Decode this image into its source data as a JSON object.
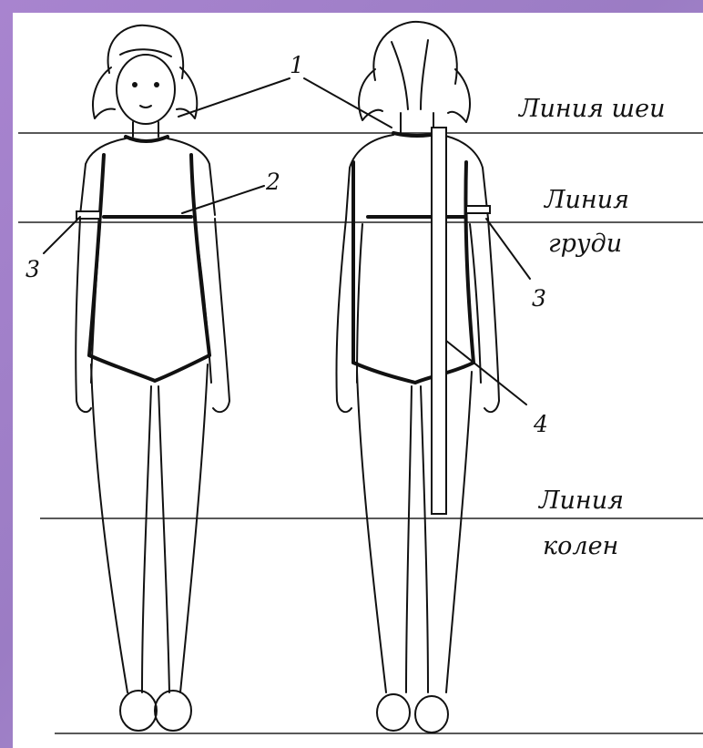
{
  "labels": {
    "neck_line": "Линия шеи",
    "chest_line_1": "Линия",
    "chest_line_2": "груди",
    "knee_line_1": "Линия",
    "knee_line_2": "колен"
  },
  "markers": {
    "m1": "1",
    "m2": "2",
    "m3_left": "3",
    "m3_right": "3",
    "m4": "4"
  },
  "colors": {
    "background": "#a884cf",
    "paper": "#ffffff",
    "ink": "#111111"
  }
}
